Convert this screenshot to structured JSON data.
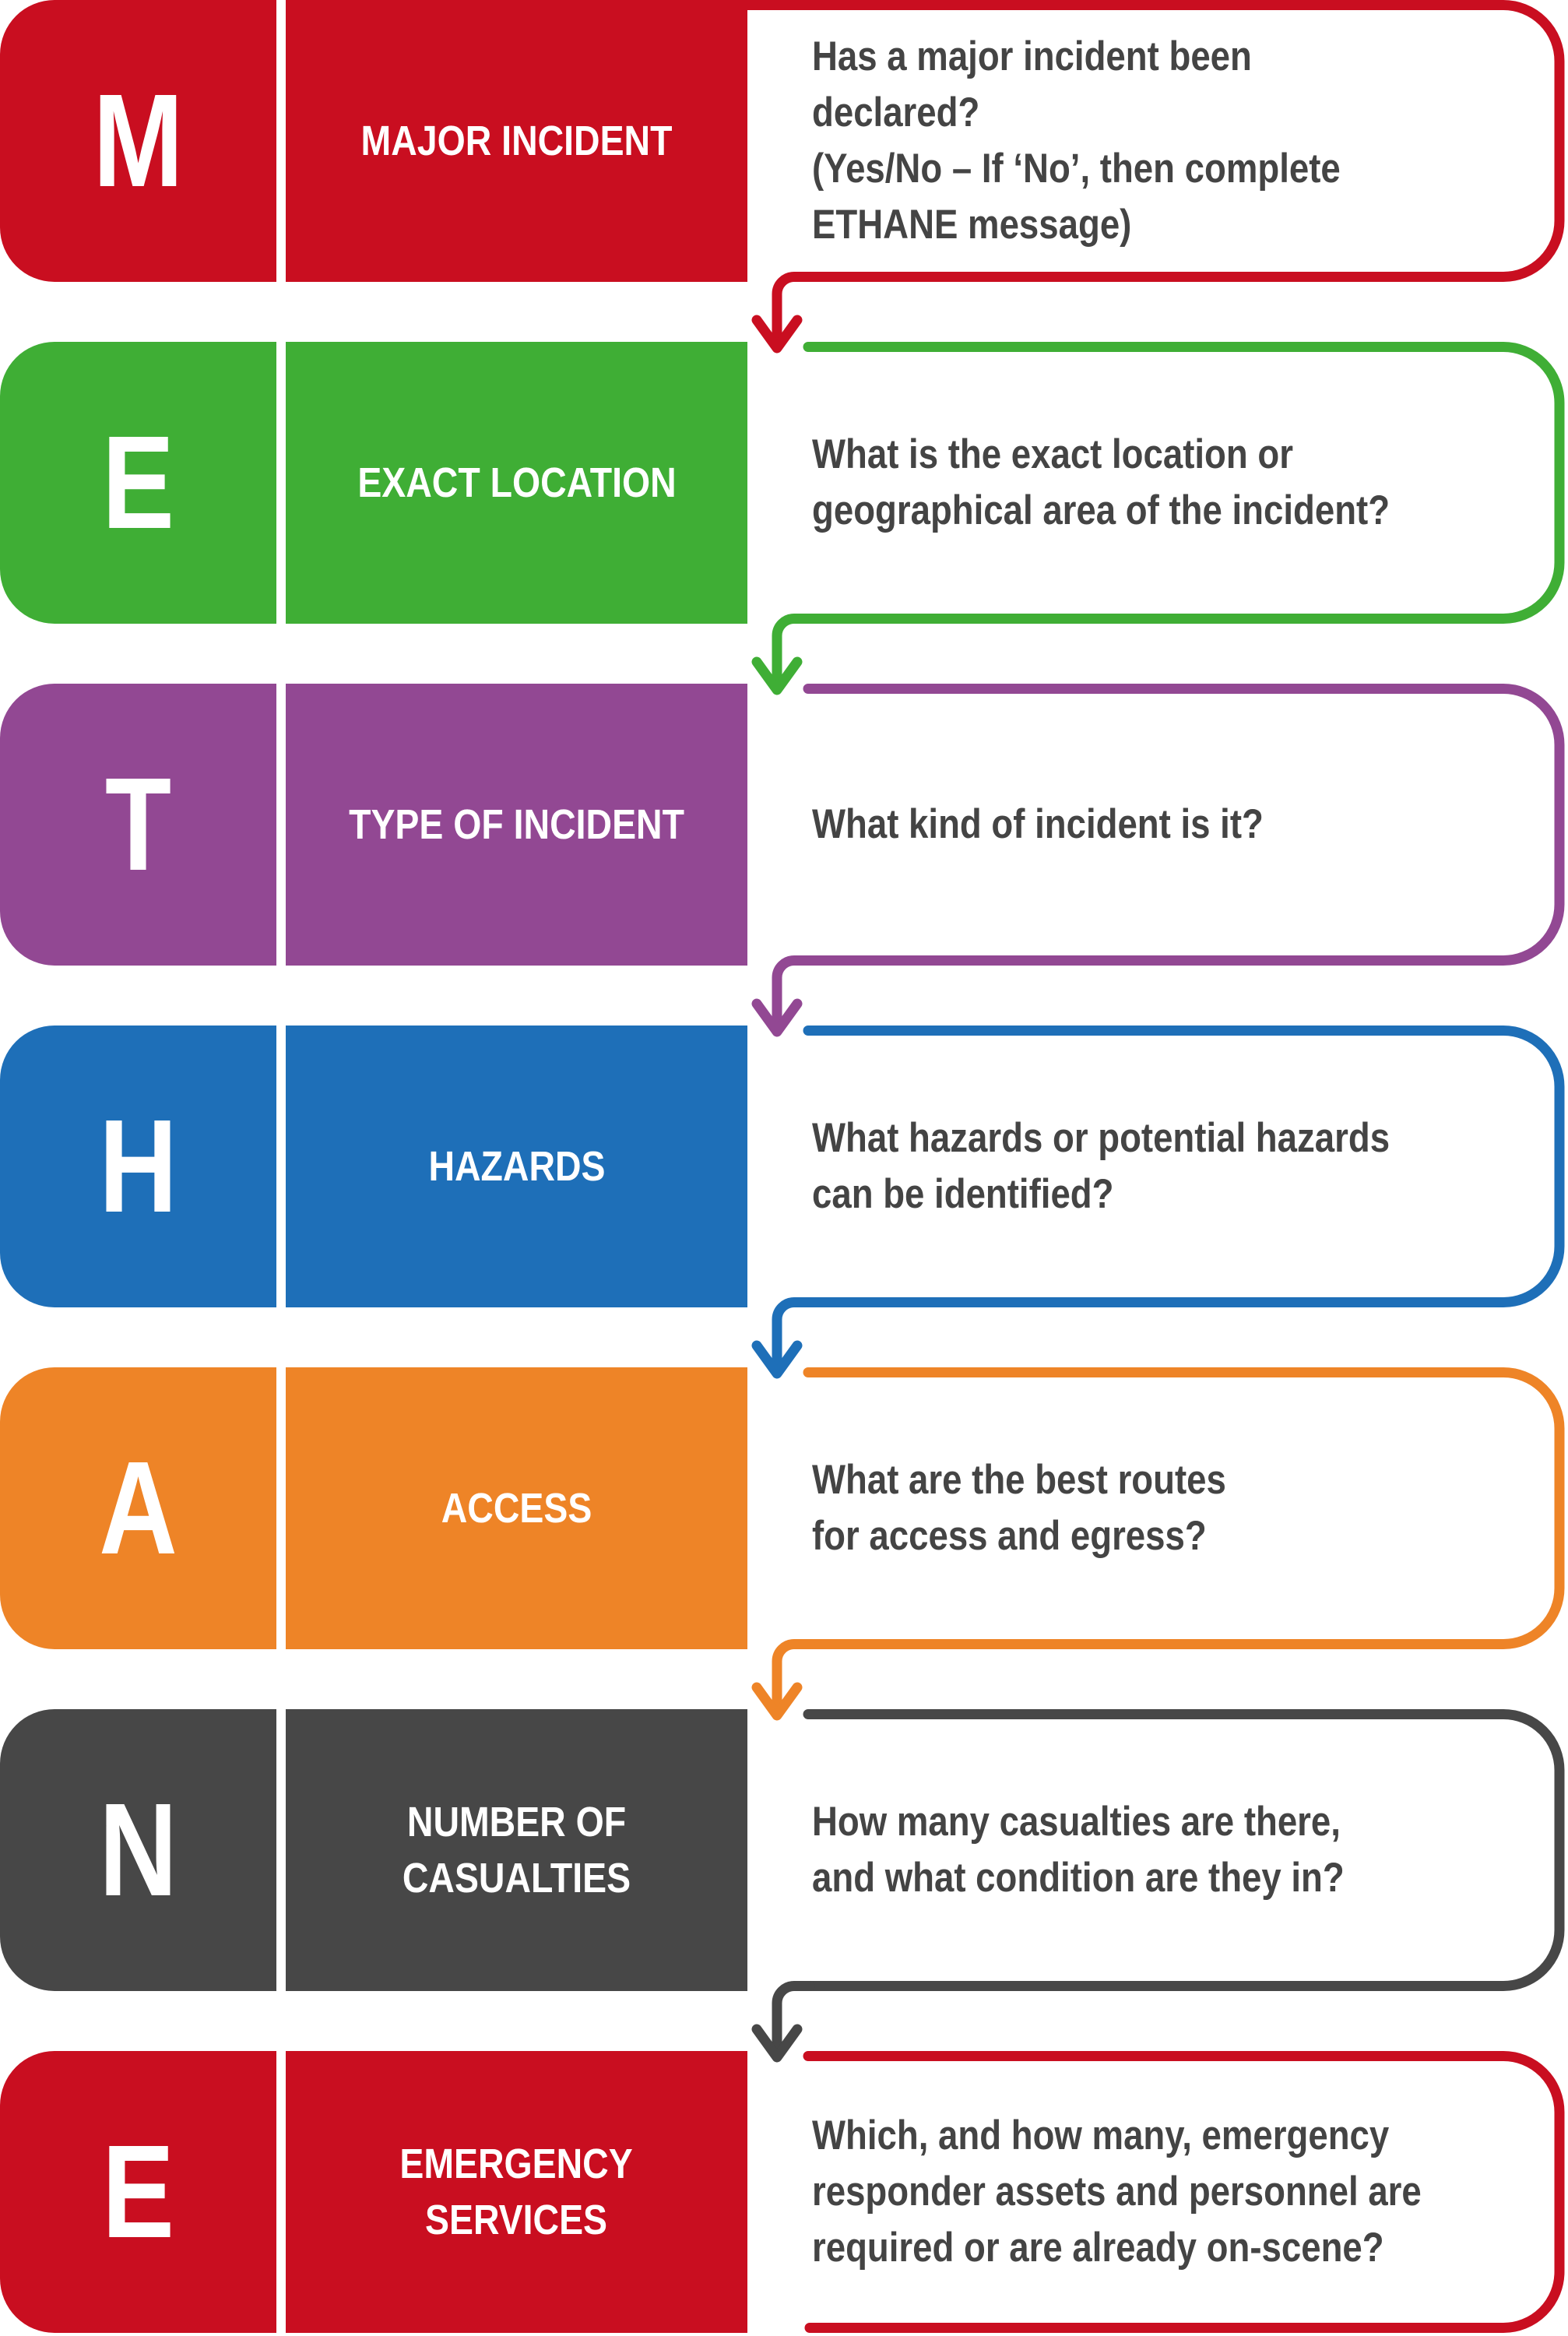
{
  "steps": [
    {
      "letter": "M",
      "label": "MAJOR INCIDENT",
      "question": "Has a major incident been declared?\n(Yes/No – If ‘No’, then complete\nETHANE message)",
      "color": "#C90E20"
    },
    {
      "letter": "E",
      "label": "EXACT LOCATION",
      "question": "What is the exact location or\ngeographical area of the incident?",
      "color": "#3FAE35"
    },
    {
      "letter": "T",
      "label": "TYPE OF INCIDENT",
      "question": "What kind of incident is it?",
      "color": "#924893"
    },
    {
      "letter": "H",
      "label": "HAZARDS",
      "question": "What hazards or potential hazards\ncan be identified?",
      "color": "#1E6FB8"
    },
    {
      "letter": "A",
      "label": "ACCESS",
      "question": "What are the best routes\nfor access and egress?",
      "color": "#EE8427"
    },
    {
      "letter": "N",
      "label": "NUMBER OF\nCASUALTIES",
      "question": "How many casualties are there,\nand what condition are they in?",
      "color": "#474747"
    },
    {
      "letter": "E",
      "label": "EMERGENCY\nSERVICES",
      "question": "Which, and how many, emergency\nresponder assets and personnel are\nrequired or are already on-scene?",
      "color": "#C90E20"
    }
  ]
}
